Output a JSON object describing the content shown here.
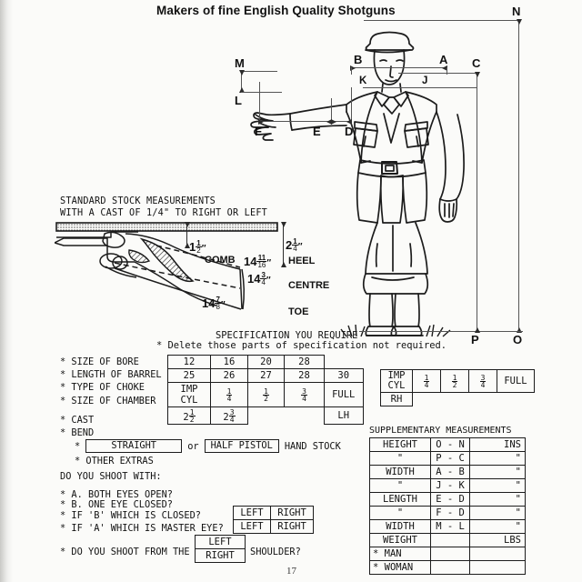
{
  "page": {
    "title": "Makers of fine English Quality Shotguns",
    "number": "17"
  },
  "figure": {
    "caption_points": [
      "N",
      "M",
      "L",
      "F",
      "E",
      "D",
      "K",
      "B",
      "A",
      "C",
      "J",
      "P",
      "O"
    ],
    "labels": {
      "N": "N",
      "M": "M",
      "L": "L",
      "F": "F",
      "E": "E",
      "D": "D",
      "K": "K",
      "B": "B",
      "A": "A",
      "C": "C",
      "J": "J",
      "P": "P",
      "O": "O"
    }
  },
  "stock": {
    "heading_line1": "STANDARD STOCK MEASUREMENTS",
    "heading_line2": "WITH A CAST OF 1/4\" TO RIGHT OR LEFT",
    "dims": {
      "comb_drop_whole": "1",
      "comb_drop_num": "1",
      "comb_drop_den": "2",
      "comb_label": "COMB",
      "heel_drop_whole": "2",
      "heel_drop_num": "1",
      "heel_drop_den": "4",
      "heel_label": "HEEL",
      "len_comb_whole": "14",
      "len_comb_num": "11",
      "len_comb_den": "16",
      "centre_label": "CENTRE",
      "len_centre_whole": "14",
      "len_centre_num": "3",
      "len_centre_den": "4",
      "toe_label": "TOE",
      "len_toe_whole": "14",
      "len_toe_num": "7",
      "len_toe_den": "8"
    }
  },
  "spec": {
    "heading": "SPECIFICATION YOU REQUIRE",
    "subheading": "* Delete those parts of specification not required.",
    "rows": [
      {
        "label": "* SIZE OF BORE",
        "cells": [
          "12",
          "16",
          "20",
          "28",
          ""
        ]
      },
      {
        "label": "* LENGTH OF BARREL",
        "cells": [
          "25",
          "26",
          "27",
          "28",
          "30"
        ]
      },
      {
        "label": "* TYPE OF CHOKE",
        "cells": [
          "IMP CYL",
          "1/4",
          "1/2",
          "3/4",
          "FULL"
        ]
      },
      {
        "label": "* SIZE OF CHAMBER",
        "cells": [
          "2 1/2",
          "2 3/4",
          "",
          "",
          "LH"
        ]
      }
    ],
    "extra_labels": [
      "* CAST",
      "* BEND"
    ],
    "hand_stock": {
      "star": "*",
      "option_a": "STRAIGHT",
      "conjunction": "or",
      "option_b": "HALF PISTOL",
      "suffix": "HAND STOCK"
    },
    "other_extras": "* OTHER EXTRAS",
    "shoot_with_heading": "DO YOU SHOOT WITH:",
    "questions": [
      {
        "text": "* A. BOTH EYES OPEN?",
        "options": []
      },
      {
        "text": "* B. ONE EYE CLOSED?",
        "options": []
      },
      {
        "text": "* IF 'B' WHICH IS CLOSED?",
        "options": [
          "LEFT",
          "RIGHT"
        ]
      },
      {
        "text": "* IF 'A' WHICH IS MASTER EYE?",
        "options": [
          "LEFT",
          "RIGHT"
        ]
      }
    ],
    "shoulder_question": {
      "prefix": "* DO YOU SHOOT FROM THE",
      "option_top": "LEFT",
      "option_bottom": "RIGHT",
      "suffix": "SHOULDER?"
    }
  },
  "choke_table": {
    "row1": [
      "IMP\nCYL",
      "1/4",
      "1/2",
      "3/4",
      "FULL"
    ],
    "row1_cells": [
      "IMP CYL",
      "1/4",
      "1/2",
      "3/4",
      "FULL"
    ],
    "imp": "IMP",
    "cyl": "CYL",
    "full": "FULL",
    "rh": "RH"
  },
  "supplementary": {
    "heading": "SUPPLEMENTARY MEASUREMENTS",
    "rows": [
      {
        "name": "HEIGHT",
        "points": "O - N",
        "value": "",
        "unit": "INS"
      },
      {
        "name": "\"",
        "points": "P - C",
        "value": "",
        "unit": "\""
      },
      {
        "name": "WIDTH",
        "points": "A - B",
        "value": "",
        "unit": "\""
      },
      {
        "name": "\"",
        "points": "J - K",
        "value": "",
        "unit": "\""
      },
      {
        "name": "LENGTH",
        "points": "E - D",
        "value": "",
        "unit": "\""
      },
      {
        "name": "\"",
        "points": "F - D",
        "value": "",
        "unit": "\""
      },
      {
        "name": "WIDTH",
        "points": "M - L",
        "value": "",
        "unit": "\""
      },
      {
        "name": "WEIGHT",
        "points": "",
        "value": "",
        "unit": "LBS"
      },
      {
        "name": "* MAN",
        "points": "",
        "value": "",
        "unit": ""
      },
      {
        "name": "* WOMAN",
        "points": "",
        "value": "",
        "unit": ""
      }
    ]
  },
  "colors": {
    "ink": "#1c1c1c",
    "paper": "#fbfbf9"
  }
}
